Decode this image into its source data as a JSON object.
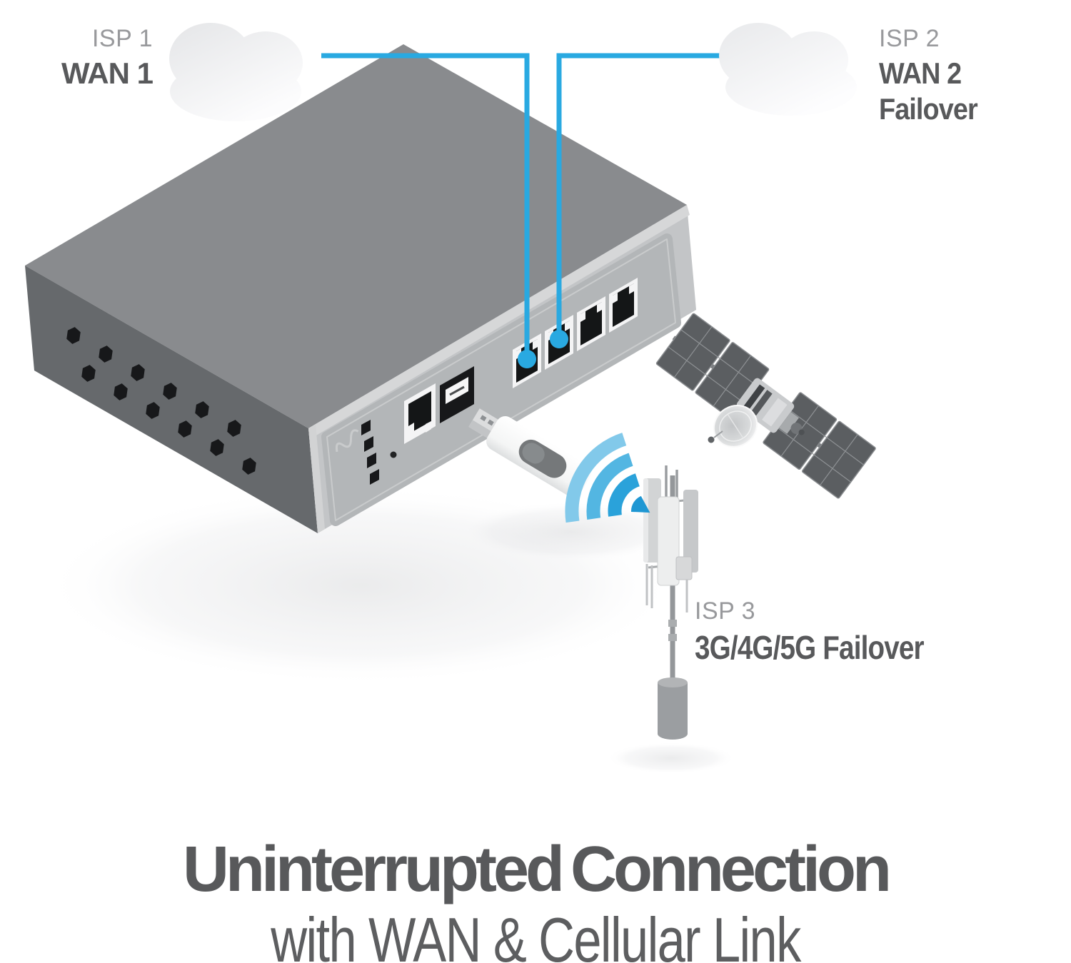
{
  "labels": {
    "isp1": {
      "provider": "ISP 1",
      "connection": "WAN 1"
    },
    "isp2": {
      "provider": "ISP 2",
      "connection": "WAN 2 Failover"
    },
    "isp3": {
      "provider": "ISP 3",
      "connection": "3G/4G/5G Failover"
    }
  },
  "headline": {
    "title": "Uninterrupted Connection",
    "subtitle": "with WAN & Cellular Link"
  },
  "colors": {
    "accent_blue": "#29A9E1",
    "wifi_blue_light": "#82C9EA",
    "wifi_blue_mid": "#53B6E2",
    "wifi_blue_deep": "#1F97D3",
    "router_top": "#898B8E",
    "router_side": "#66696C",
    "router_front": "#C3C5C7",
    "router_panel": "#B3B6B8",
    "port_black": "#17181A",
    "label_gray": "#98999C",
    "text_dark": "#58595B"
  },
  "icons": {
    "cloud_left": "cloud-icon",
    "cloud_right": "cloud-icon",
    "router": "router-device-icon",
    "usb_modem": "usb-modem-icon",
    "wifi": "wifi-signal-icon",
    "satellite": "satellite-icon",
    "cell_tower": "cell-tower-icon"
  }
}
